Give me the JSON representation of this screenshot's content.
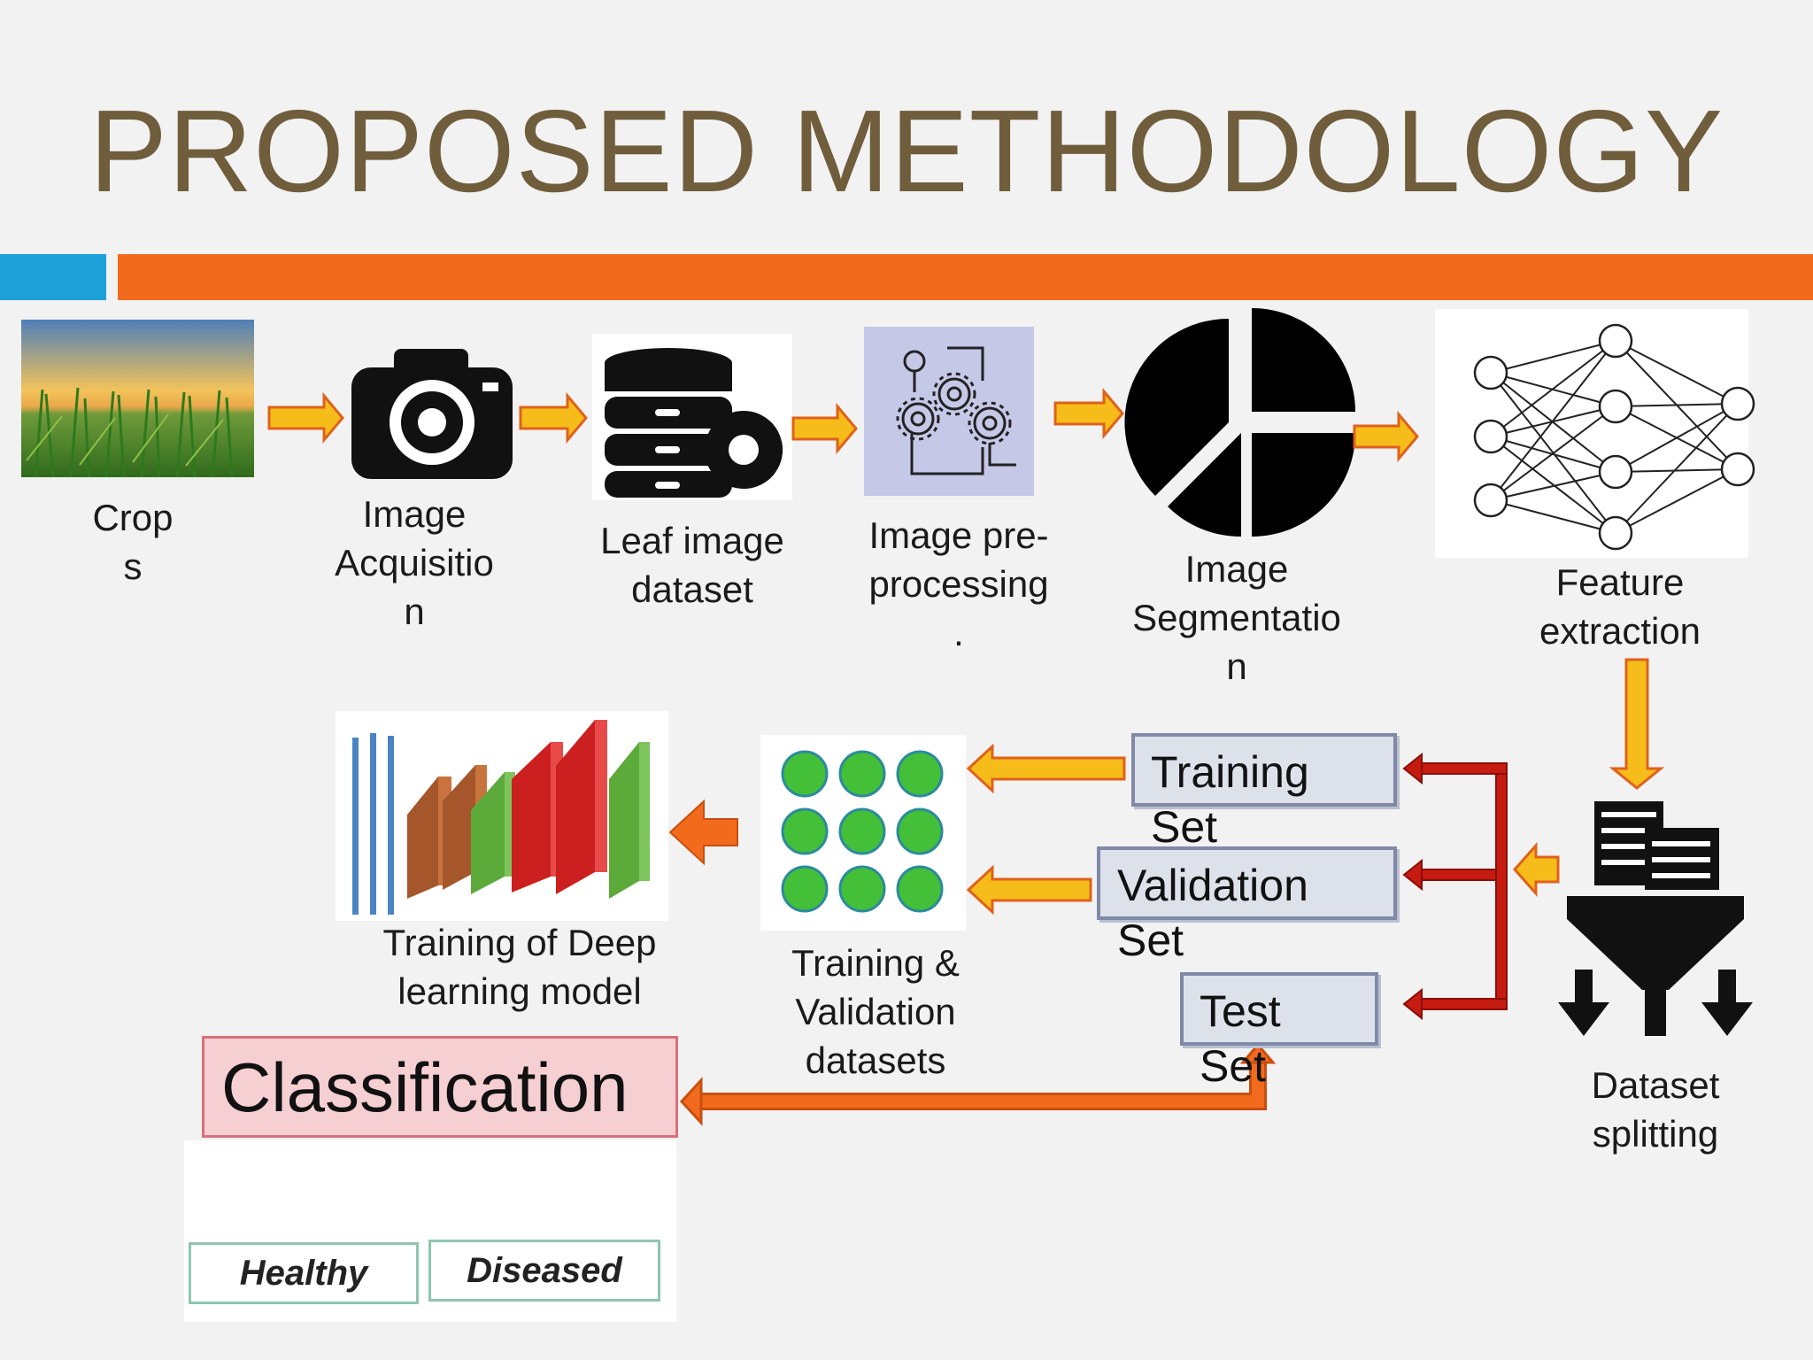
{
  "title": "PROPOSED METHODOLOGY",
  "colors": {
    "title": "#6f5d3c",
    "accent_blue": "#1ea0d8",
    "accent_orange": "#f26b1d",
    "arrow_fill": "#f5bc1a",
    "arrow_stroke": "#e0611b",
    "split_arrow": "#c51b10"
  },
  "steps": {
    "crops": [
      "Crop",
      "s"
    ],
    "acquisition": [
      "Image",
      "Acquisitio",
      "n"
    ],
    "dataset": [
      "Leaf image",
      "dataset"
    ],
    "preprocessing": [
      "Image pre-",
      "processing",
      "."
    ],
    "segmentation": [
      "Image",
      "Segmentatio",
      "n"
    ],
    "features": [
      "Feature",
      "extraction"
    ],
    "splitting": [
      "Dataset",
      "splitting"
    ],
    "train_val": [
      "Training &",
      "Validation",
      "datasets"
    ],
    "training_model": [
      "Training of Deep",
      "learning model"
    ]
  },
  "sets": {
    "training": [
      "Training",
      "Set"
    ],
    "validation": [
      "Validation",
      "Set"
    ],
    "test": [
      "Test",
      "Set"
    ]
  },
  "classification": {
    "title": "Classification",
    "classes": [
      "Healthy",
      "Diseased"
    ]
  }
}
